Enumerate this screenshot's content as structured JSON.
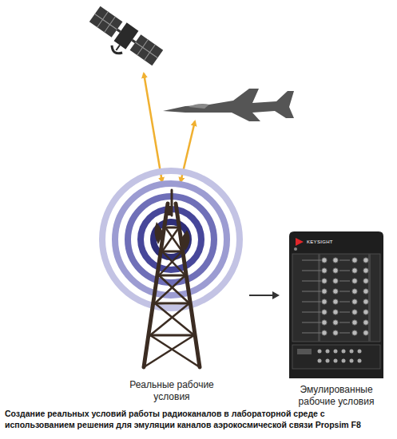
{
  "diagram": {
    "caption": "Создание реальных условий работы радиоканалов в лабораторной среде с использованием решения для эмуляции каналов аэрокосмической связи Propsim F8",
    "nodes": [
      {
        "text": [
          "Реальные рабочие условия"
        ]
      },
      {
        "text": [
          "Эмулированные рабочие условия"
        ]
      }
    ],
    "edges": [
      {
        "from": 0,
        "to": 1,
        "arrow": "to"
      }
    ],
    "labels": [
      "KEYSIGHT"
    ]
  }
}
